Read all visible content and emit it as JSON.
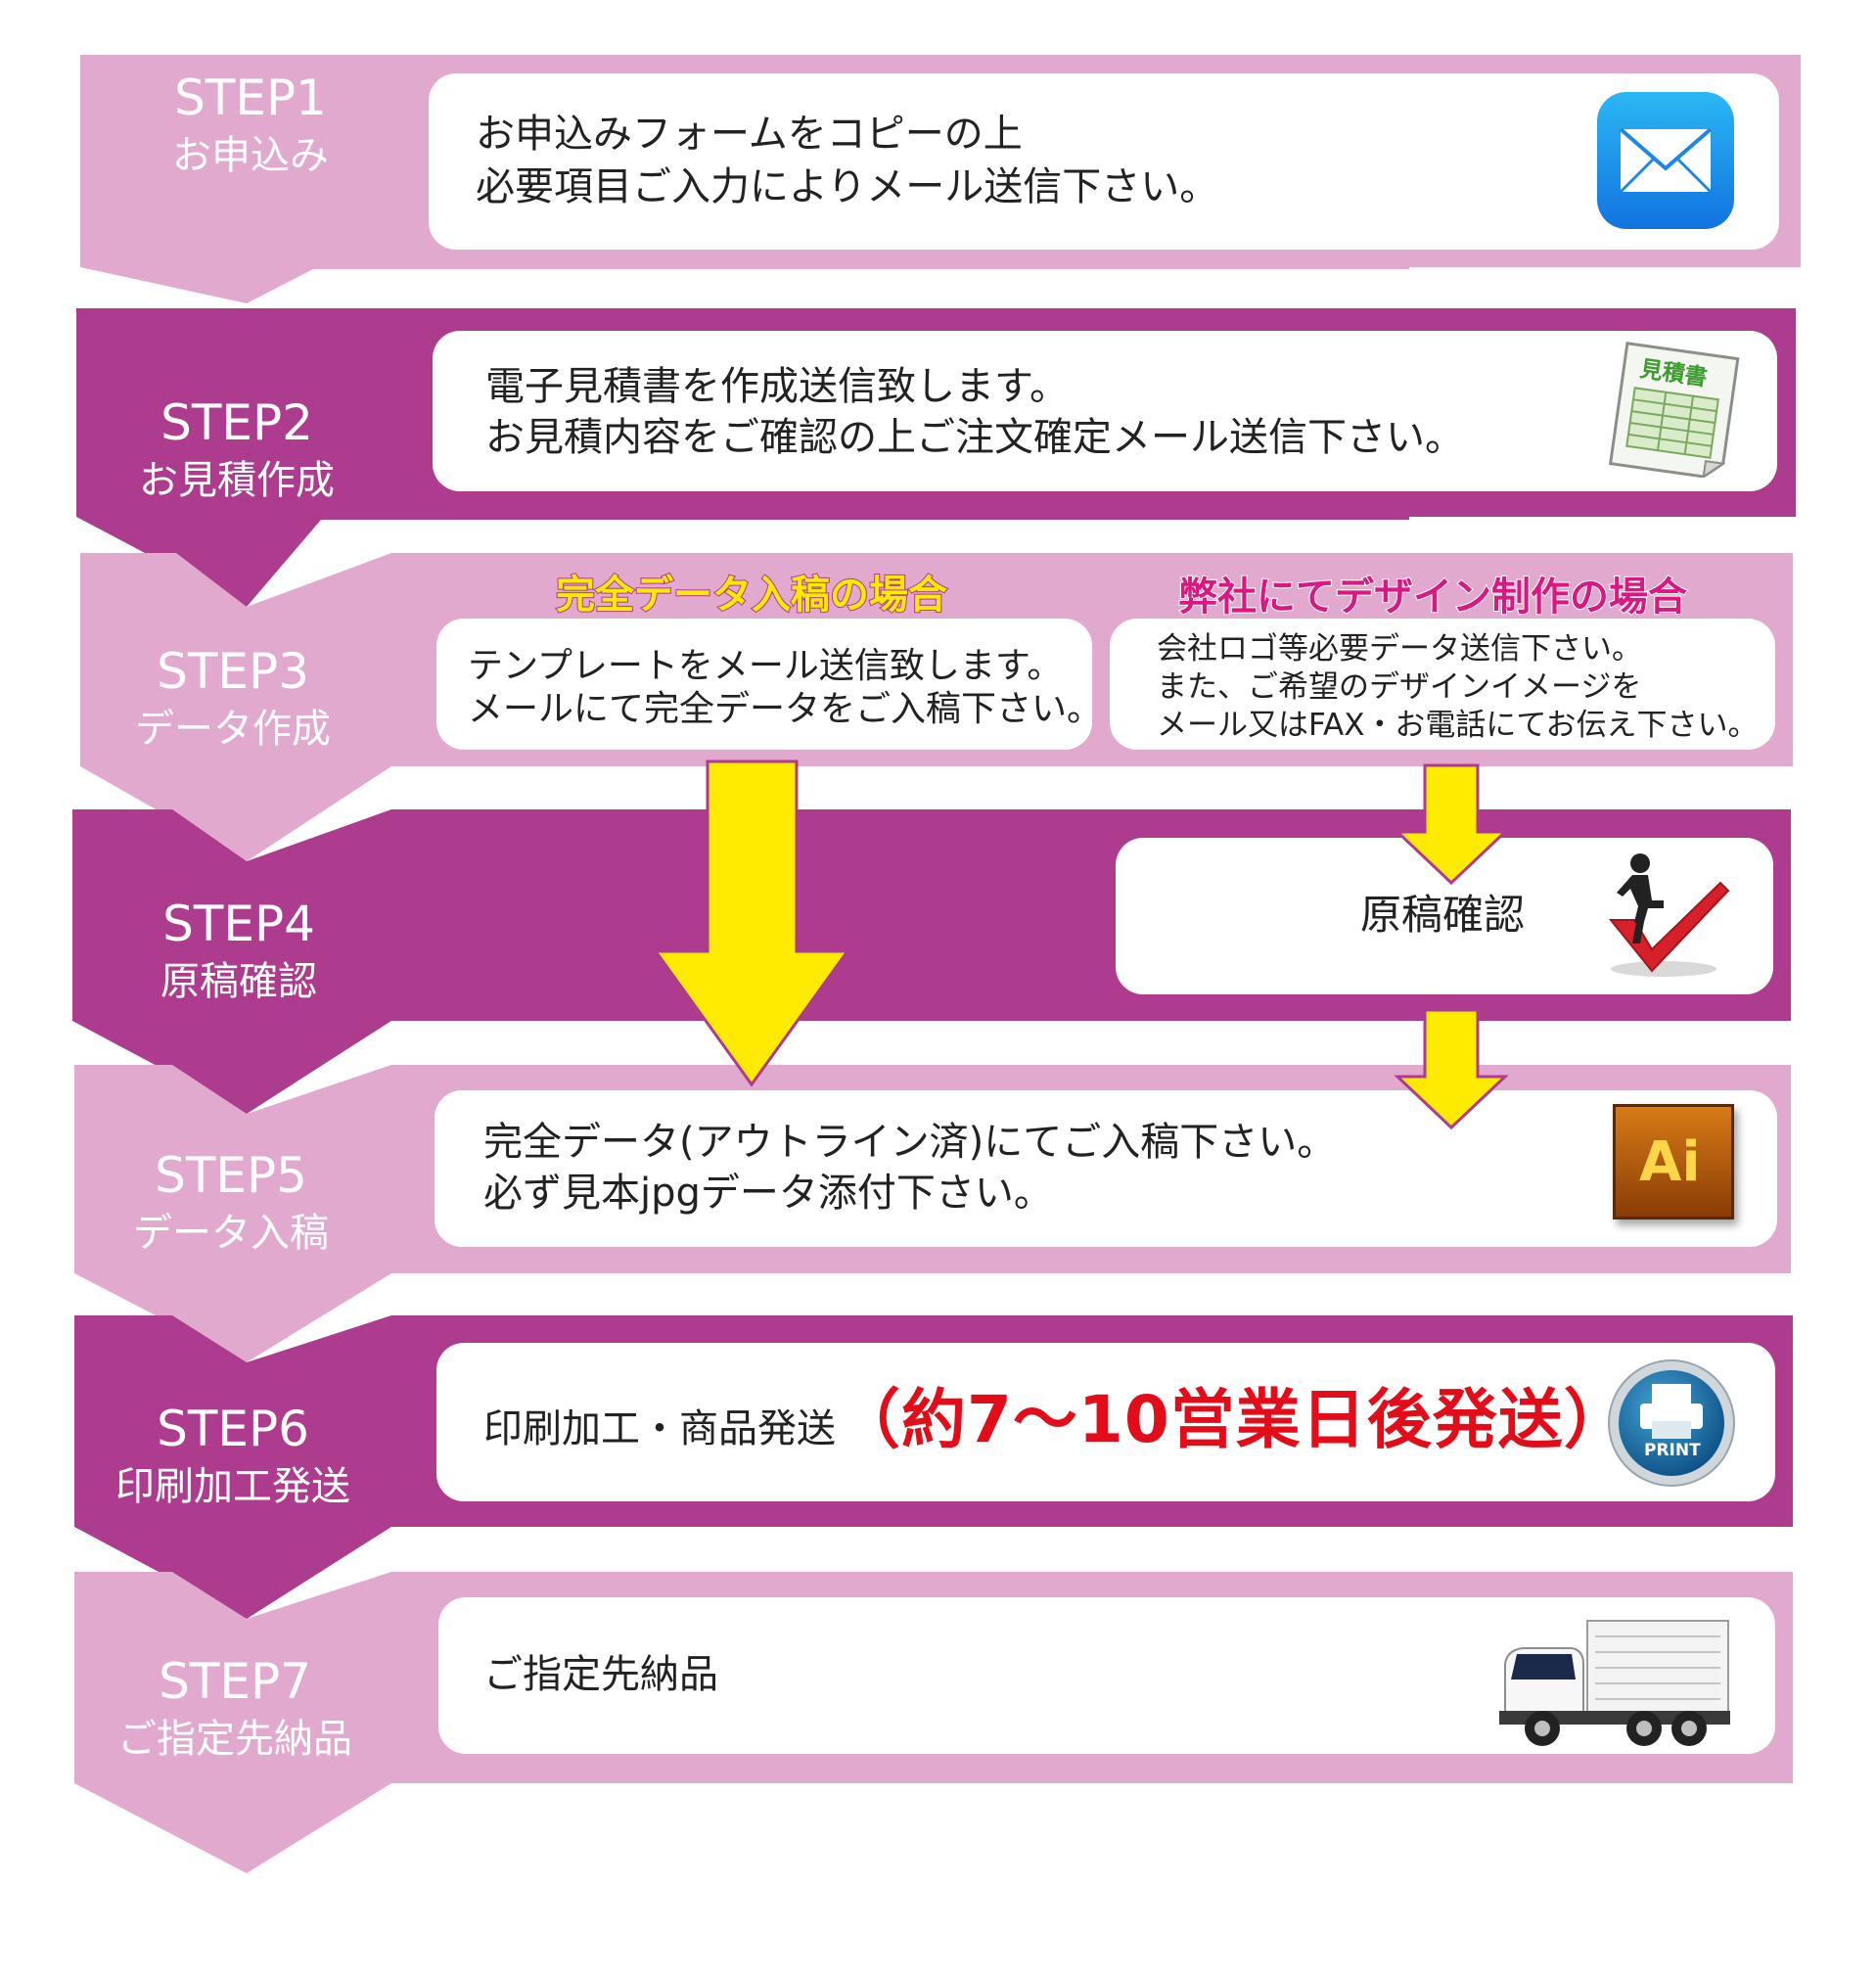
{
  "colors": {
    "light_band": "#e2a9cf",
    "dark_band": "#ad3c8f",
    "arrow_yellow": "#ffeb00",
    "emphasis_red": "#e30d1a"
  },
  "steps": [
    {
      "num": "STEP1",
      "name": "お申込み",
      "lines": [
        "お申込みフォームをコピーの上",
        "必要項目ご入力によりメール送信下さい。"
      ],
      "icon": "mail-icon"
    },
    {
      "num": "STEP2",
      "name": "お見積作成",
      "lines": [
        "電子見積書を作成送信致します。",
        "お見積内容をご確認の上ご注文確定メール送信下さい。"
      ],
      "icon": "estimate-document-icon",
      "icon_label": "見積書"
    },
    {
      "num": "STEP3",
      "name": "データ作成",
      "left_heading": "完全データ入稿の場合",
      "left_lines": [
        "テンプレートをメール送信致します。",
        "メールにて完全データをご入稿下さい。"
      ],
      "right_heading": "弊社にてデザイン制作の場合",
      "right_lines": [
        "会社ロゴ等必要データ送信下さい。",
        "また、ご希望のデザインイメージを",
        "メール又はFAX・お電話にてお伝え下さい。"
      ]
    },
    {
      "num": "STEP4",
      "name": "原稿確認",
      "card_text": "原稿確認",
      "icon": "checkmark-figure-icon"
    },
    {
      "num": "STEP5",
      "name": "データ入稿",
      "lines": [
        "完全データ(アウトライン済)にてご入稿下さい。",
        "必ず見本jpgデータ添付下さい。"
      ],
      "icon": "illustrator-icon",
      "icon_label": "Ai"
    },
    {
      "num": "STEP6",
      "name": "印刷加工発送",
      "text": "印刷加工・商品発送",
      "emphasis": "（約7～10営業日後発送）",
      "icon": "print-button-icon",
      "icon_label": "PRINT"
    },
    {
      "num": "STEP7",
      "name": "ご指定先納品",
      "text": "ご指定先納品",
      "icon": "delivery-truck-icon"
    }
  ]
}
